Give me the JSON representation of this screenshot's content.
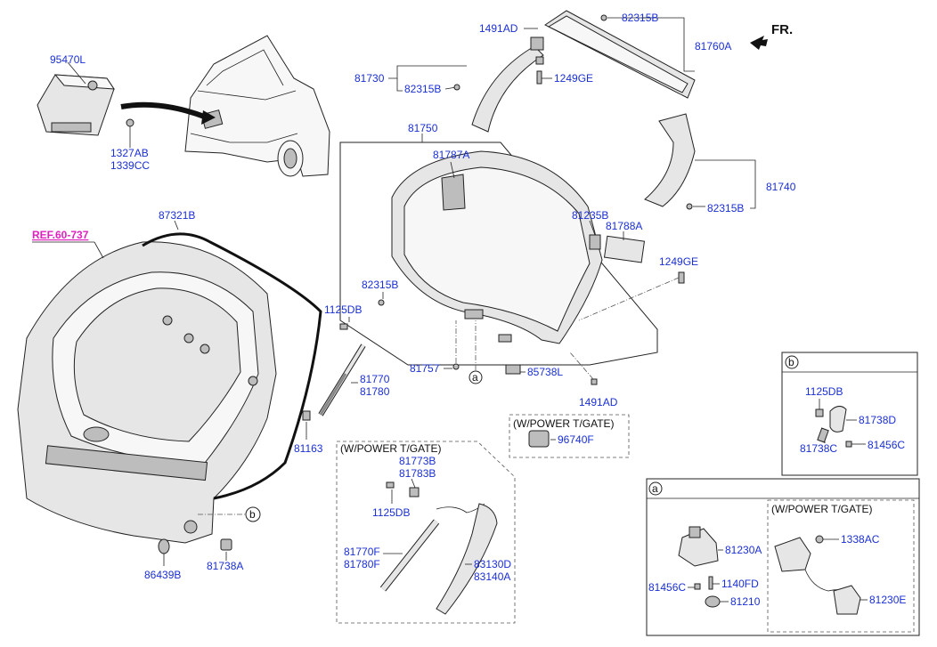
{
  "direction": "FR.",
  "reference": "REF.60-737",
  "callout_a": "a",
  "callout_b": "b",
  "power_tailgate_label": "(W/POWER T/GATE)",
  "part_numbers": {
    "p95470L": "95470L",
    "p1327AB": "1327AB",
    "p1339CC": "1339CC",
    "p1491AD_top": "1491AD",
    "p82315B_top": "82315B",
    "p81760A": "81760A",
    "p81730": "81730",
    "p82315B_mid": "82315B",
    "p1249GE_top": "1249GE",
    "p81750": "81750",
    "p81787A": "81787A",
    "p81740": "81740",
    "p82315B_right": "82315B",
    "p87321B": "87321B",
    "p81235B": "81235B",
    "p81788A": "81788A",
    "p1249GE_right": "1249GE",
    "p82315B_left": "82315B",
    "p1125DB": "1125DB",
    "p81770": "81770",
    "p81780": "81780",
    "p81757": "81757",
    "p85738L": "85738L",
    "p1491AD_bottom": "1491AD",
    "p81163": "81163",
    "p96740F": "96740F",
    "p81773B": "81773B",
    "p81783B": "81783B",
    "p1125DB_pw": "1125DB",
    "p81770F": "81770F",
    "p81780F": "81780F",
    "p83130D": "83130D",
    "p83140A": "83140A",
    "p86439B": "86439B",
    "p81738A": "81738A",
    "p1125DB_b": "1125DB",
    "p81738D": "81738D",
    "p81738C": "81738C",
    "p81456C_b": "81456C",
    "p81230A": "81230A",
    "p81456C_a": "81456C",
    "p1140FD": "1140FD",
    "p81210": "81210",
    "p1338AC": "1338AC",
    "p81230E": "81230E"
  }
}
